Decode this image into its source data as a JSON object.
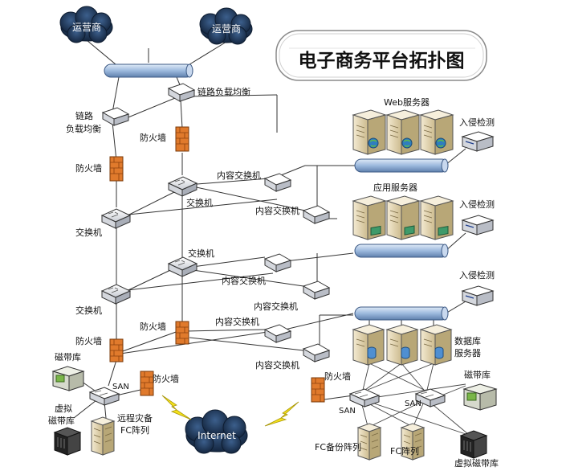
{
  "title": "电子商务平台拓扑图",
  "labels": {
    "isp_left": "运营商",
    "isp_right": "运营商",
    "lb_top": "链路负载均衡",
    "lb_left_1": "链路",
    "lb_left_2": "负载均衡",
    "fw_top_right": "防火墙",
    "fw_left": "防火墙",
    "cs_top": "内容交换机",
    "cs_top_b": "内容交换机",
    "sw_right_1": "交换机",
    "sw_left_1": "交换机",
    "sw_right_2": "交换机",
    "cs_mid": "内容交换机",
    "sw_left_2": "交换机",
    "cs_mid_b": "内容交换机",
    "fw_left_bottom": "防火墙",
    "fw_right_bottom": "防火墙",
    "cs_low": "内容交换机",
    "cs_low_b": "内容交换机",
    "web_servers": "Web服务器",
    "ids_1": "入侵检测",
    "app_servers": "应用服务器",
    "ids_2": "入侵检测",
    "ids_3": "入侵检测",
    "db_1": "数据库",
    "db_2": "服务器",
    "tape_left": "磁带库",
    "san_left": "SAN",
    "fw_remote": "防火墙",
    "vtl_1": "虚拟",
    "vtl_2": "磁带库",
    "remote_1": "远程灾备",
    "remote_2": "FC阵列",
    "internet": "Internet",
    "fw_dc": "防火墙",
    "san_dc_left": "SAN",
    "san_dc_right": "SAN",
    "tape_right": "磁带库",
    "fc_backup": "FC备份阵列",
    "fc_array": "FC阵列",
    "vtl_right": "虚拟磁带库"
  },
  "colors": {
    "cloud": "#1f3f66",
    "bus": "#a9c4e4",
    "firewall": "#e07a2c",
    "server": "#e7d9b5",
    "bolt": "#f5e21b"
  }
}
